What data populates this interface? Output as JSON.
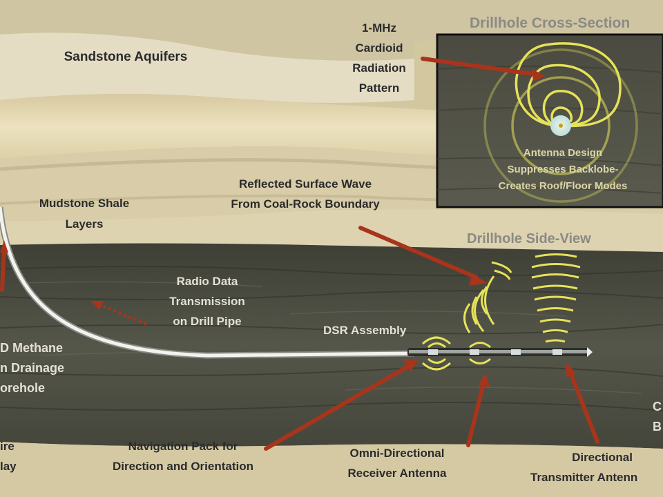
{
  "labels": {
    "sandstone": "Sandstone Aquifers",
    "cardioid": [
      "1-MHz",
      "Cardioid",
      "Radiation",
      "Pattern"
    ],
    "cross_section_title": "Drillhole Cross-Section",
    "antenna_design": [
      "Antenna Design",
      "Suppresses Backlobe-",
      "Creates Roof/Floor Modes"
    ],
    "mudstone": [
      "Mudstone Shale",
      "Layers"
    ],
    "reflected": [
      "Reflected Surface Wave",
      "From Coal-Rock Boundary"
    ],
    "side_view_title": "Drillhole Side-View",
    "radio": [
      "Radio Data",
      "Transmission",
      "on Drill Pipe"
    ],
    "dsr": "DSR Assembly",
    "methane": [
      "D Methane",
      "n Drainage",
      "orehole"
    ],
    "navigation": [
      "Navigation Pack for",
      "Direction and Orientation"
    ],
    "omni": [
      "Omni-Directional",
      "Receiver Antenna"
    ],
    "directional": [
      "Directional",
      "Transmitter Antenn"
    ],
    "left_bottom": [
      "ire",
      "lay"
    ],
    "right_edge": [
      "C",
      "B"
    ]
  },
  "colors": {
    "arrow": "#a8341c",
    "wave": "#e6e25a",
    "coal": "#4e4f42",
    "sand": "#e9dcae",
    "shale": "#cfc39c"
  }
}
